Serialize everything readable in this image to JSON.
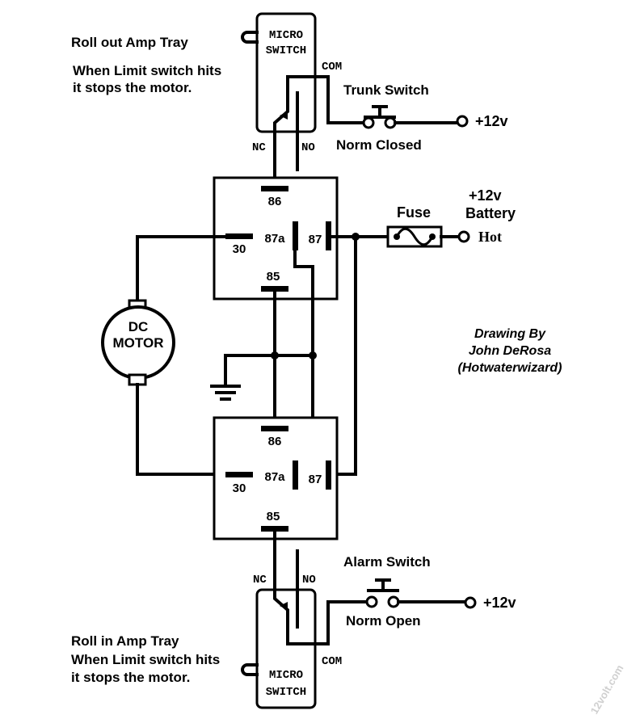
{
  "top_switch": {
    "title": "Roll out Amp Tray",
    "desc_line1": "When Limit switch hits",
    "desc_line2": "it stops the motor.",
    "label_line1": "MICRO",
    "label_line2": "SWITCH",
    "com": "COM",
    "nc": "NC",
    "no": "NO"
  },
  "trunk_switch": {
    "name": "Trunk Switch",
    "state": "Norm Closed",
    "supply": "+12v"
  },
  "relay_top": {
    "pin86": "86",
    "pin30": "30",
    "pin87a": "87a",
    "pin87": "87",
    "pin85": "85"
  },
  "relay_bottom": {
    "pin86": "86",
    "pin30": "30",
    "pin87a": "87a",
    "pin87": "87",
    "pin85": "85"
  },
  "fuse": {
    "label": "Fuse",
    "battery_line1": "+12v",
    "battery_line2": "Battery",
    "hot": "Hot"
  },
  "motor": {
    "line1": "DC",
    "line2": "MOTOR"
  },
  "credit": {
    "line1": "Drawing By",
    "line2": "John DeRosa",
    "line3": "(Hotwaterwizard)"
  },
  "alarm_switch": {
    "name": "Alarm Switch",
    "state": "Norm Open",
    "supply": "+12v"
  },
  "bottom_switch": {
    "title": "Roll in Amp Tray",
    "desc_line1": "When Limit switch hits",
    "desc_line2": "it stops the motor.",
    "label_line1": "MICRO",
    "label_line2": "SWITCH",
    "com": "COM",
    "nc": "NC",
    "no": "NO"
  },
  "watermark": "12volt.com"
}
